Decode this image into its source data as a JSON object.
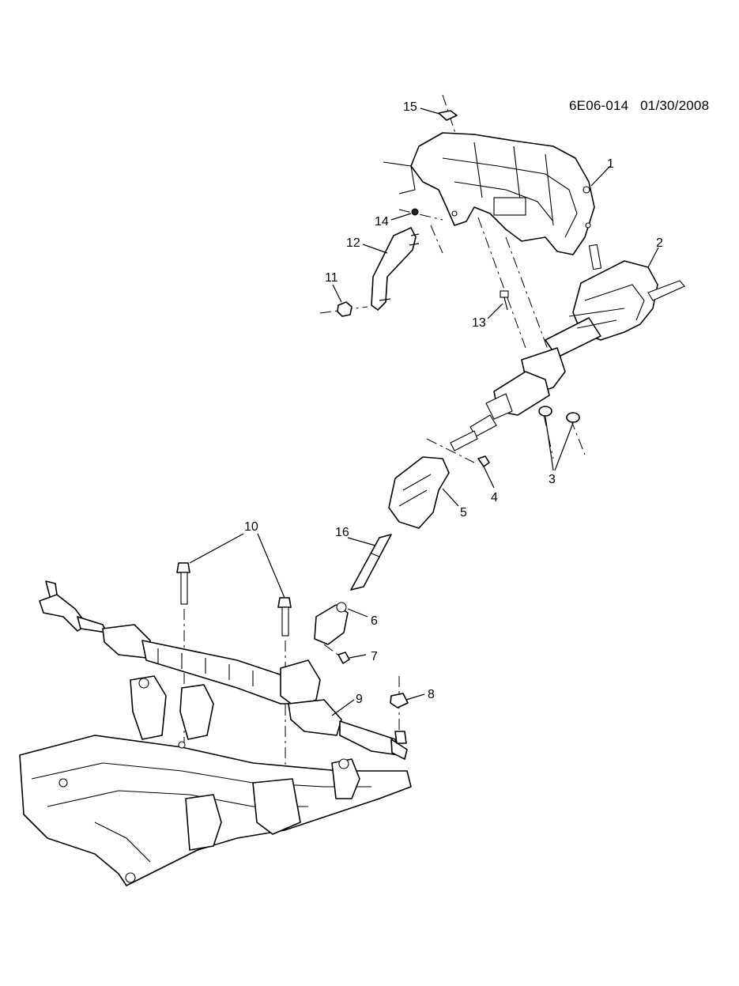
{
  "header": {
    "code": "6E06-014",
    "date": "01/30/2008"
  },
  "callouts": [
    "1",
    "2",
    "3",
    "4",
    "5",
    "6",
    "7",
    "8",
    "9",
    "10",
    "11",
    "12",
    "13",
    "14",
    "15",
    "16"
  ]
}
